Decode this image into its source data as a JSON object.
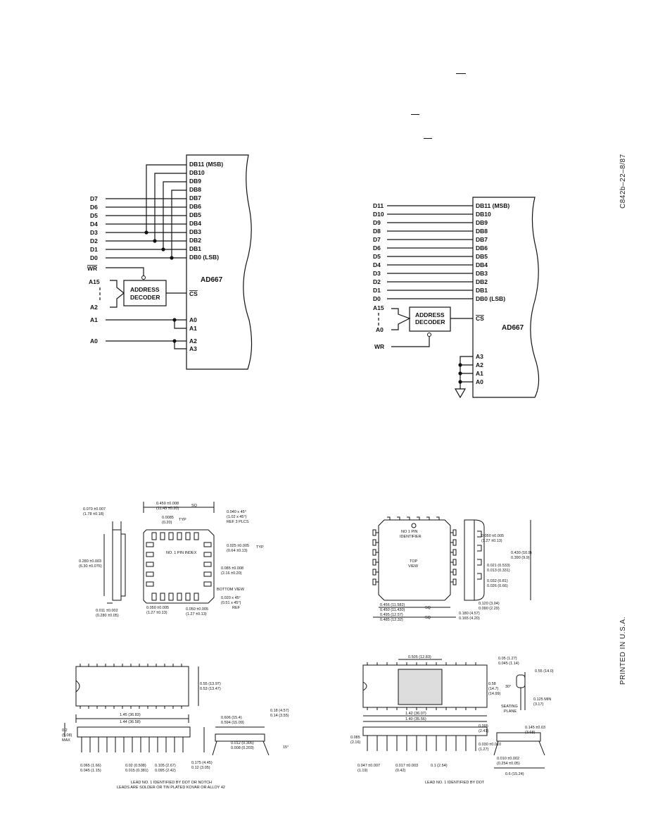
{
  "margin_texts": {
    "doc_code": "C842b–22–8/87",
    "printed": "PRINTED IN U.S.A."
  },
  "diagram_left": {
    "chip_name": "AD667",
    "pins": [
      "DB11 (MSB)",
      "DB10",
      "DB9",
      "DB8",
      "DB7",
      "DB6",
      "DB5",
      "DB4",
      "DB3",
      "DB2",
      "DB1",
      "DB0 (LSB)"
    ],
    "bus": [
      "D7",
      "D6",
      "D5",
      "D4",
      "D3",
      "D2",
      "D1",
      "D0"
    ],
    "wr": "WR",
    "cs": "CS",
    "addr_hi": "A15",
    "addr_lo": "A2",
    "decoder_line1": "ADDRESS",
    "decoder_line2": "DECODER",
    "a1_in": "A1",
    "a0_in": "A0",
    "pin_a0": "A0",
    "pin_a1": "A1",
    "pin_a2": "A2",
    "pin_a3": "A3"
  },
  "diagram_right": {
    "chip_name": "AD667",
    "pins": [
      "DB11 (MSB)",
      "DB10",
      "DB9",
      "DB8",
      "DB7",
      "DB6",
      "DB5",
      "DB4",
      "DB3",
      "DB2",
      "DB1",
      "DB0 (LSB)"
    ],
    "bus": [
      "D11",
      "D10",
      "D9",
      "D8",
      "D7",
      "D6",
      "D5",
      "D4",
      "D3",
      "D2",
      "D1",
      "D0"
    ],
    "wr": "WR",
    "cs": "CS",
    "addr_hi": "A15",
    "addr_lo": "A0",
    "decoder_line1": "ADDRESS",
    "decoder_line2": "DECODER",
    "pin_a3": "A3",
    "pin_a2": "A2",
    "pin_a1": "A1",
    "pin_a0": "A0"
  },
  "pkg_lcc": {
    "d1": "0.070 ±0.007",
    "d1m": "(1.78 ±0.18)",
    "d2": "0.450 ±0.008",
    "d2m": "(11.43 ±0.20)",
    "sq": "SQ",
    "d3": "0.0085",
    "d3m": "(0.20)",
    "typ": "TYP",
    "d4": "0.040 x 45°",
    "d4m": "(1.02 x 45°)",
    "ref3": "REF 3 PLCS",
    "d5": "0.025 ±0.005",
    "d5m": "(0.64 ±0.13)",
    "typ2": "TYP",
    "pin1": "NO. 1 PIN INDEX",
    "d6": "0.085 ±0.008",
    "d6m": "(2.16 ±0.20)",
    "d7": "0.280 ±0.003",
    "d7m": "(6.30 ±0.076)",
    "bottom_view": "BOTTOM VIEW",
    "d8": "0.020 x 45°",
    "d8m": "(0.51 x 45°)",
    "ref": "REF",
    "d9": "0.011 ±0.002",
    "d9m": "(0.280 ±0.05)",
    "d10": "0.050 ±0.005",
    "d10m": "(1.27 ±0.13)",
    "d11": "0.050 ±0.005",
    "d11m": "(1.27 ±0.13)"
  },
  "pkg_plcc": {
    "pin1": "NO 1 PIN",
    "pin1b": "IDENTIFIER",
    "top": "TOP",
    "view": "VIEW",
    "d1": "0.050 ±0.005",
    "d1m": "(1.27 ±0.13)",
    "d2": "0.430 (10.9)",
    "d2m": "0.390 (9.9)",
    "d3": "0.021 (0.533)",
    "d3m": "0.013 (0.331)",
    "d4": "0.032 (0.81)",
    "d4m": "0.026 (0.66)",
    "d5": "0.456 (11.582)",
    "d5m": "0.450 (11.430)",
    "sq": "SQ",
    "d6": "0.495 (12.57)",
    "d6m": "0.485 (12.32)",
    "sq2": "SQ",
    "d7": "0.180 (4.57)",
    "d7m": "0.165 (4.20)",
    "d8": "0.120 (3.04)",
    "d8m": "0.090 (2.29)"
  },
  "pkg_pdip": {
    "d1": "0.55 (13.97)",
    "d1m": "0.53 (13.47)",
    "d2": "1.45 (36.83)",
    "d2m": "1.44 (36.58)",
    "d3": "0.2",
    "d3m": "(5.08)",
    "max": "MAX",
    "d4": "0.606 (15.4)",
    "d4m": "0.594 (15.09)",
    "d5": "0.18 (4.57)",
    "d5m": "0.14 (3.55)",
    "d6": "0.012 (0.305)",
    "d6m": "0.008 (0.203)",
    "deg": "15°",
    "d7": "0.065 (1.66)",
    "d7m": "0.045 (1.15)",
    "d8": "0.02 (0.508)",
    "d8m": "0.015 (0.381)",
    "d9": "0.105 (2.67)",
    "d9m": "0.095 (2.42)",
    "d10": "0.175 (4.45)",
    "d10m": "0.12 (3.05)",
    "note1": "LEAD NO. 1 IDENTIFIED BY DOT OR NOTCH",
    "note2": "LEADS ARE SOLDER OR TIN PLATED KOVAR OR ALLOY 42"
  },
  "pkg_cdip": {
    "d1": "0.505 (12.83)",
    "d2": "0.05 (1.27)",
    "d2m": "0.045 (1.14)",
    "d3": "0.55 (14.0)",
    "d4": "0.58",
    "d4m": "(14.7)",
    "d4n": "(14.99)",
    "deg": "30°",
    "seating": "SEATING",
    "plane": "PLANE",
    "d5": "0.125 MIN",
    "d5m": "(3.17)",
    "d6": "1.42 (36.07)",
    "d6m": "1.40 (35.56)",
    "d7": "0.095",
    "d7m": "(2.41)",
    "d8": "0.085",
    "d8m": "(2.16)",
    "d9": "0.030 ±0.010",
    "d9m": "(1.27)",
    "d10": "0.145 ±0.03",
    "d10m": "(3.68)",
    "d11": "0.047 ±0.007",
    "d11m": "(1.19)",
    "d12": "0.017 ±0.003",
    "d12m": "(0.42)",
    "d13": "0.1 (2.54)",
    "d14": "0.010 ±0.002",
    "d14m": "(0.254 ±0.05)",
    "d15": "0.6 (15.24)",
    "note": "LEAD NO. 1 IDENTIFIED BY DOT"
  }
}
